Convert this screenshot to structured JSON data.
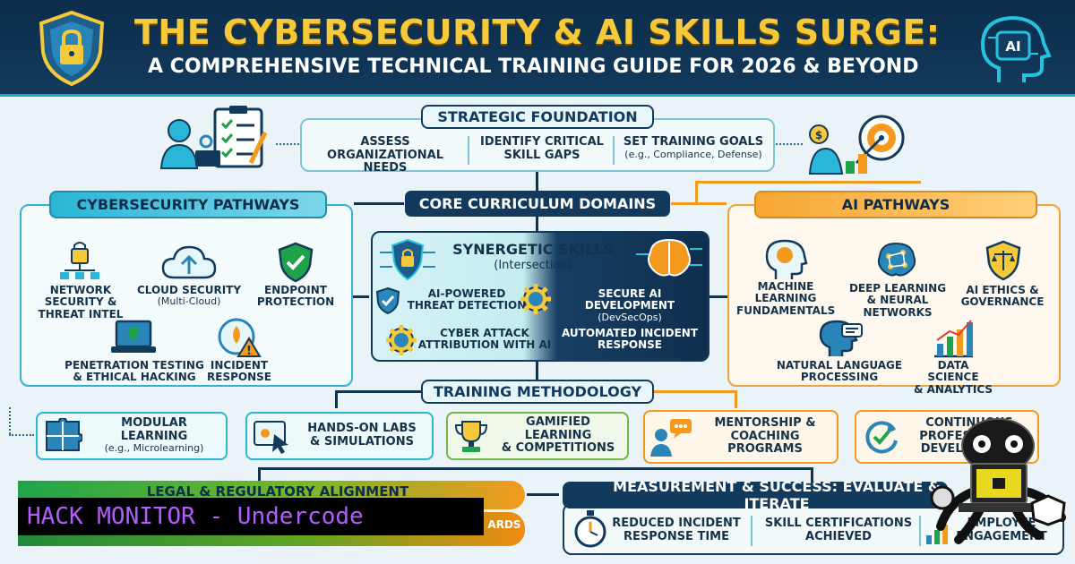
{
  "header": {
    "title": "THE CYBERSECURITY & AI SKILLS SURGE:",
    "subtitle": "A COMPREHENSIVE TECHNICAL TRAINING GUIDE FOR 2026 & BEYOND",
    "left_logo_icon": "shield-lock-icon",
    "right_logo_icon": "ai-brain-head-icon",
    "right_logo_text": "AI"
  },
  "strategic": {
    "title": "STRATEGIC FOUNDATION",
    "items": [
      {
        "line1": "ASSESS",
        "line2": "ORGANIZATIONAL NEEDS",
        "note": ""
      },
      {
        "line1": "IDENTIFY CRITICAL",
        "line2": "SKILL GAPS",
        "note": ""
      },
      {
        "line1": "SET TRAINING GOALS",
        "line2": "",
        "note": "(e.g., Compliance, Defense)"
      }
    ]
  },
  "core": {
    "title": "CORE CURRICULUM DOMAINS"
  },
  "cyber": {
    "title": "CYBERSECURITY PATHWAYS",
    "items": [
      {
        "l1": "NETWORK",
        "l2": "SECURITY &",
        "l3": "THREAT INTEL",
        "icon": "network-lock-icon"
      },
      {
        "l1": "CLOUD SECURITY",
        "l2": "(Multi-Cloud)",
        "l3": "",
        "icon": "cloud-upload-icon"
      },
      {
        "l1": "ENDPOINT",
        "l2": "PROTECTION",
        "l3": "",
        "icon": "shield-check-icon"
      },
      {
        "l1": "PENETRATION TESTING",
        "l2": "& ETHICAL HACKING",
        "l3": "",
        "icon": "laptop-lock-icon"
      },
      {
        "l1": "INCIDENT",
        "l2": "RESPONSE",
        "l3": "",
        "icon": "incident-warning-icon"
      }
    ]
  },
  "ai": {
    "title": "AI PATHWAYS",
    "items": [
      {
        "l1": "MACHINE",
        "l2": "LEARNING",
        "l3": "FUNDAMENTALS",
        "icon": "brain-head-icon"
      },
      {
        "l1": "DEEP LEARNING",
        "l2": "& NEURAL",
        "l3": "NETWORKS",
        "icon": "neural-brain-icon"
      },
      {
        "l1": "AI ETHICS &",
        "l2": "GOVERNANCE",
        "l3": "",
        "icon": "scales-shield-icon"
      },
      {
        "l1": "NATURAL LANGUAGE",
        "l2": "PROCESSING",
        "l3": "",
        "icon": "speech-head-icon"
      },
      {
        "l1": "DATA SCIENCE",
        "l2": "& ANALYTICS",
        "l3": "",
        "icon": "bar-chart-icon"
      }
    ]
  },
  "synergy": {
    "title": "SYNERGETIC SKILLS",
    "subtitle": "(Intersection)",
    "items": [
      {
        "l1": "AI-POWERED",
        "l2": "THREAT DETECTION"
      },
      {
        "l1": "SECURE AI DEVELOPMENT",
        "l2": "(DevSecOps)"
      },
      {
        "l1": "CYBER ATTACK",
        "l2": "ATTRIBUTION WITH AI"
      },
      {
        "l1": "AUTOMATED INCIDENT",
        "l2": "RESPONSE"
      }
    ]
  },
  "methodology": {
    "title": "TRAINING METHODOLOGY",
    "items": [
      {
        "l1": "MODULAR LEARNING",
        "l2": "(e.g., Microlearning)",
        "icon": "puzzle-icon"
      },
      {
        "l1": "HANDS-ON LABS",
        "l2": "& SIMULATIONS",
        "icon": "cursor-click-icon"
      },
      {
        "l1": "GAMIFIED LEARNING",
        "l2": "& COMPETITIONS",
        "icon": "trophy-icon"
      },
      {
        "l1": "MENTORSHIP &",
        "l2": "COACHING",
        "l3": "PROGRAMS",
        "icon": "mentor-chat-icon"
      },
      {
        "l1": "CONTINUOUS",
        "l2": "PROFESSIONAL",
        "l3": "DEVELOPMENT",
        "icon": "refresh-check-icon"
      }
    ]
  },
  "legal": {
    "title": "LEGAL & REGULATORY ALIGNMENT",
    "sub": "ARDS"
  },
  "measurement": {
    "title": "MEASUREMENT & SUCCESS: EVALUATE & ITERATE",
    "items": [
      {
        "l1": "REDUCED INCIDENT",
        "l2": "RESPONSE TIME",
        "icon": "stopwatch-icon"
      },
      {
        "l1": "SKILL CERTIFICATIONS",
        "l2": "ACHIEVED",
        "icon": ""
      },
      {
        "l1": "EMPLOYEE",
        "l2": "ENGAGEMENT",
        "icon": "growth-chart-icon"
      }
    ]
  },
  "watermark": {
    "text": "HACK MONITOR - Undercode"
  }
}
